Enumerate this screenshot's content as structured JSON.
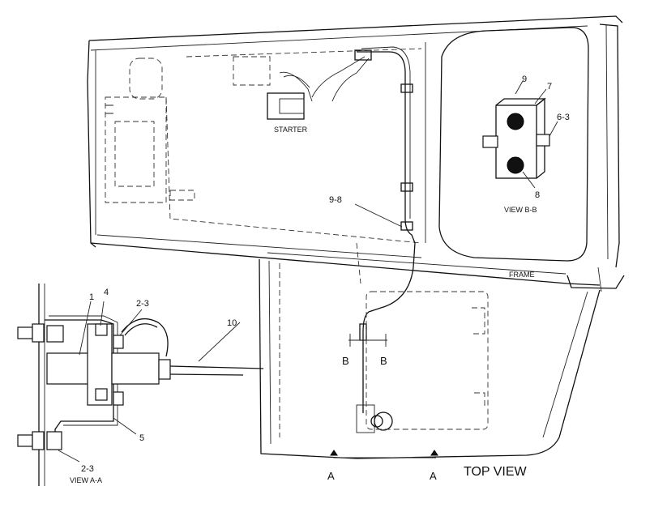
{
  "labels": {
    "starter": "STARTER",
    "frame": "FRAME",
    "top_view": "TOP VIEW",
    "view_aa": "VIEW  A-A",
    "view_bb": "VIEW  B-B",
    "section_a_left": "A",
    "section_a_right": "A",
    "section_b_left": "B",
    "section_b_right": "B"
  },
  "callouts": {
    "c1": "1",
    "c4": "4",
    "c2_3_top": "2-3",
    "c10": "10",
    "c5": "5",
    "c2_3_bottom": "2-3",
    "c9_8": "9-8",
    "c9": "9",
    "c7": "7",
    "c6_3": "6-3",
    "c8": "8"
  }
}
